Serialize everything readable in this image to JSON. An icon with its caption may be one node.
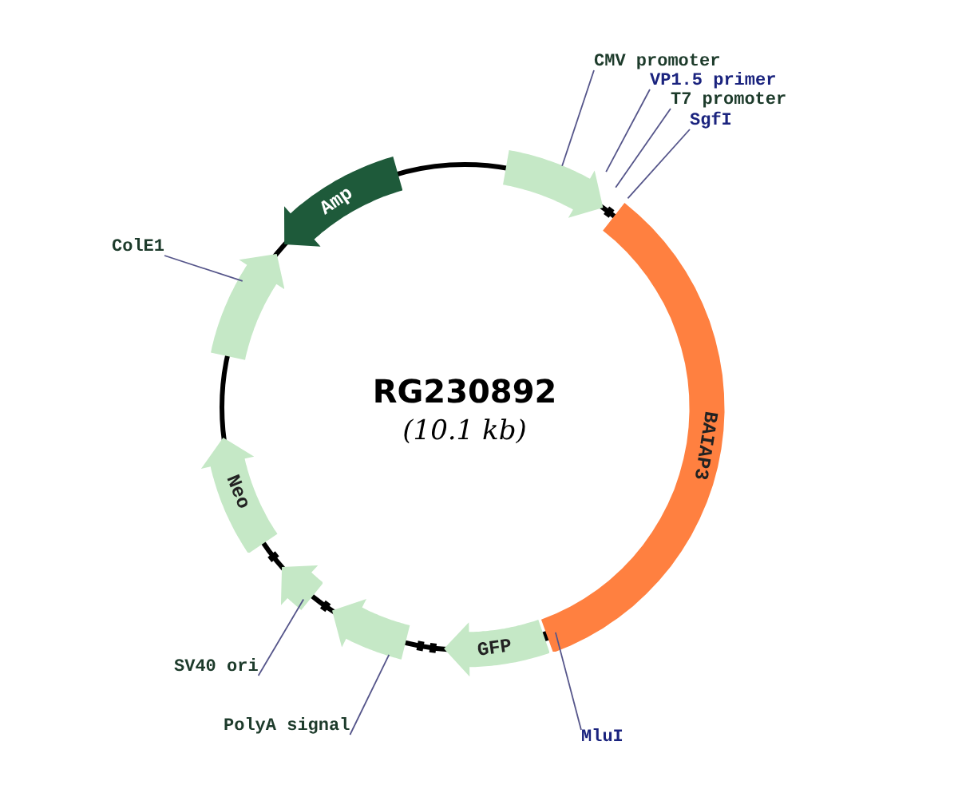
{
  "diagram": {
    "nodes": [
      {
        "text": [
          "CMV promoter"
        ]
      },
      {
        "text": [
          "VP1.5 primer"
        ]
      },
      {
        "text": [
          "T7 promoter"
        ]
      },
      {
        "text": [
          "SgfI"
        ]
      },
      {
        "text": [],
        "shape": "arrow"
      },
      {
        "text": [
          "Amp"
        ]
      },
      {
        "text": [
          "ColE1"
        ]
      },
      {
        "text": [],
        "shape": "arrow"
      },
      {
        "text": [
          "BAIAP3"
        ]
      },
      {
        "text": [
          "Neo"
        ]
      },
      {
        "text": [],
        "shape": "arrow"
      },
      {
        "text": [],
        "shape": "arrow"
      },
      {
        "text": [
          "GFP"
        ]
      },
      {
        "text": [
          "SV40 ori"
        ]
      },
      {
        "text": [
          "PolyA signal"
        ]
      },
      {
        "text": [
          "MluI"
        ]
      }
    ],
    "edges": [
      {
        "from": 0,
        "to": 4,
        "arrow": "none"
      },
      {
        "from": 1,
        "to": 4,
        "arrow": "none"
      },
      {
        "from": 2,
        "to": 4,
        "arrow": "none"
      },
      {
        "from": 3,
        "to": 8,
        "arrow": "none"
      },
      {
        "from": 6,
        "to": 7,
        "arrow": "none"
      },
      {
        "from": 13,
        "to": 10,
        "arrow": "none"
      },
      {
        "from": 14,
        "to": 11,
        "arrow": "none"
      },
      {
        "from": 15,
        "to": 8,
        "arrow": "none"
      }
    ],
    "labels": [
      "RG230892",
      "(10.1 kb)"
    ]
  }
}
